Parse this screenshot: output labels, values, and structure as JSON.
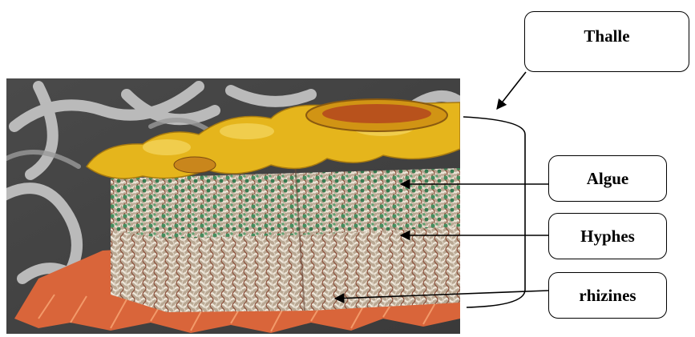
{
  "labels": {
    "thalle": "Thalle",
    "algue": "Algue",
    "hyphes": "Hyphes",
    "rhizines": "rhizines"
  },
  "illustration": {
    "subject": "lichen-thallus-cross-section",
    "colors": {
      "background_gray": "#5e5e5e",
      "upper_cortex_yellow": "#e5b51c",
      "hyphae_white": "#e9e2d6",
      "algae_green": "#3f8a5a",
      "rhizine_orange": "#d9653a"
    }
  }
}
